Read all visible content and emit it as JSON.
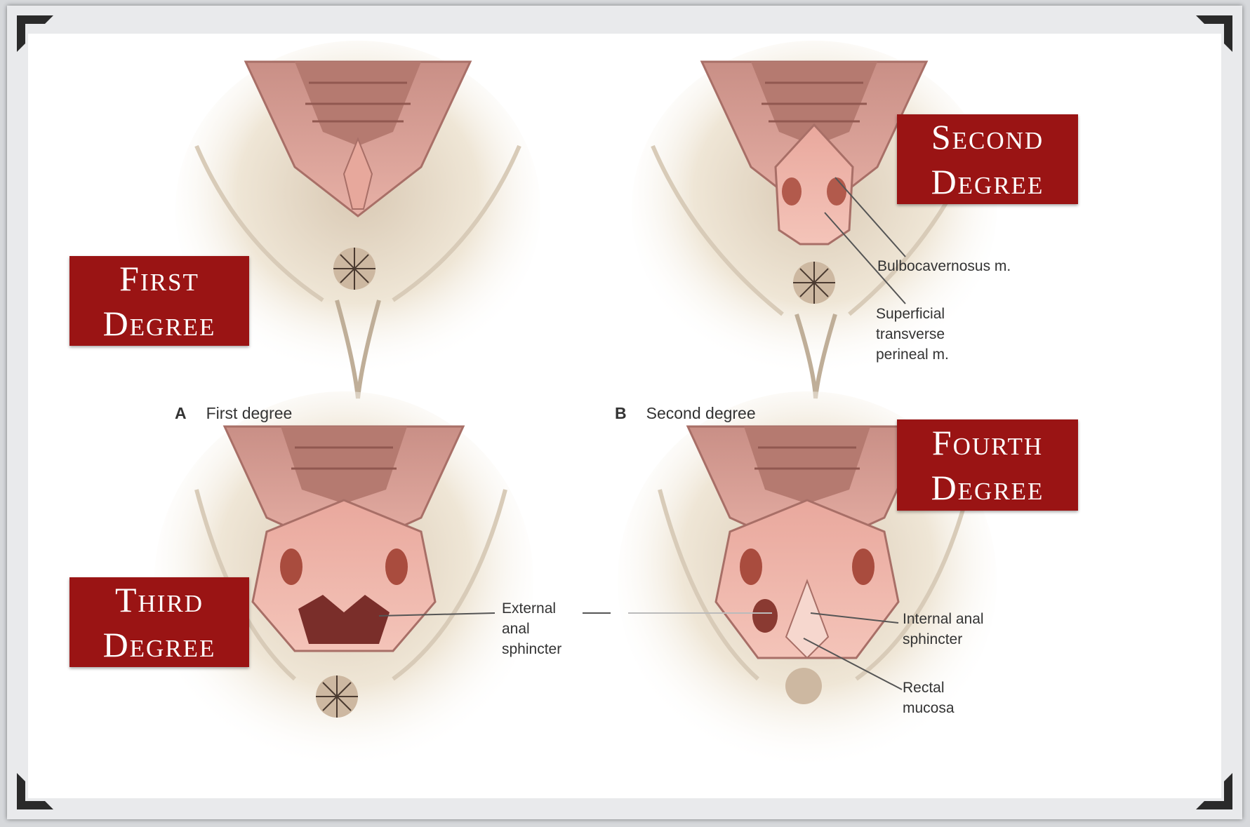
{
  "panels": [
    {
      "letter": "A",
      "caption": "First degree",
      "badge": [
        "First",
        "Degree"
      ]
    },
    {
      "letter": "B",
      "caption": "Second degree",
      "badge": [
        "Second",
        "Degree"
      ]
    },
    {
      "badge": [
        "Third",
        "Degree"
      ]
    },
    {
      "badge": [
        "Fourth",
        "Degree"
      ]
    }
  ],
  "annotations": {
    "bulbocavernosus": "Bulbocavernosus m.",
    "superficial": [
      "Superficial",
      "transverse",
      "perineal m."
    ],
    "external": [
      "External",
      "anal",
      "sphincter"
    ],
    "internal": [
      "Internal anal",
      "sphincter"
    ],
    "rectal": [
      "Rectal",
      "mucosa"
    ]
  },
  "colors": {
    "badge": "#9a1414",
    "tissue": "#e6a79a",
    "skin": "#efe6d6"
  }
}
